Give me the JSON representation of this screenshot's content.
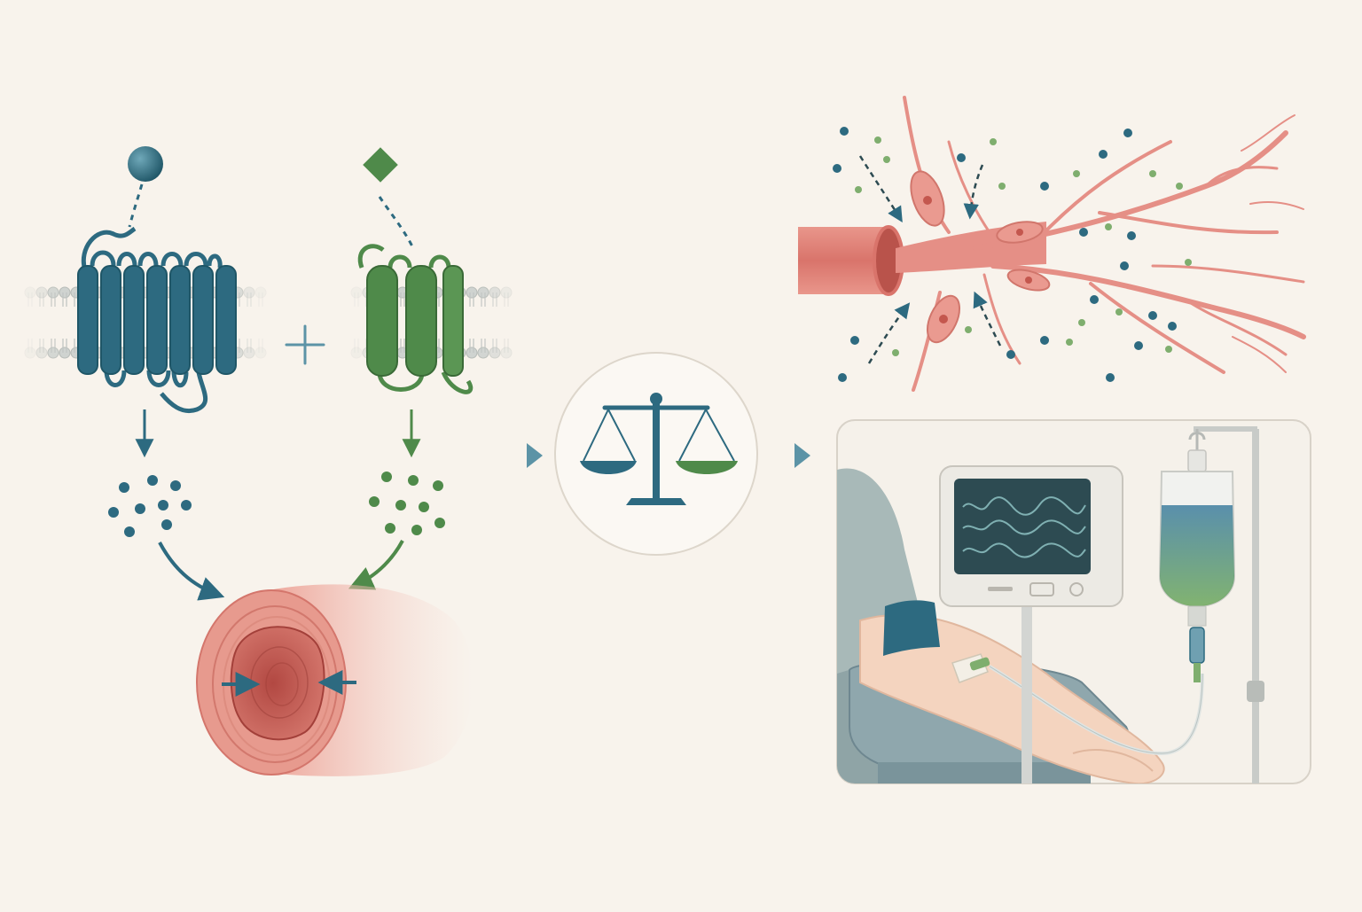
{
  "figure": {
    "background": "#f8f3ec",
    "labels": []
  },
  "colors": {
    "teal": "#2d6a80",
    "teal_light": "#5c93a6",
    "green": "#4f8a4a",
    "green_light": "#7fae6e",
    "membrane_head": "#cfd3d0",
    "vessel_outer": "#e79a8e",
    "vessel_lumen": "#c6544c",
    "nerve": "#e58f86",
    "monitor_screen": "#2d4b52",
    "panel_border": "#d8d2c8"
  },
  "elements": {
    "receptor_a": {
      "kind": "seven-transmembrane receptor",
      "color": "teal",
      "ligand_shape": "sphere"
    },
    "receptor_b": {
      "kind": "three-helix receptor",
      "color": "green",
      "ligand_shape": "diamond"
    },
    "combine_symbol": "plus-icon",
    "balance_symbol": "scale-icon",
    "constricted_vessel": "vessel-constriction",
    "nerve_fibers": "sensory-nerve-network",
    "clinical_scene": "iv-infusion-with-monitor"
  }
}
